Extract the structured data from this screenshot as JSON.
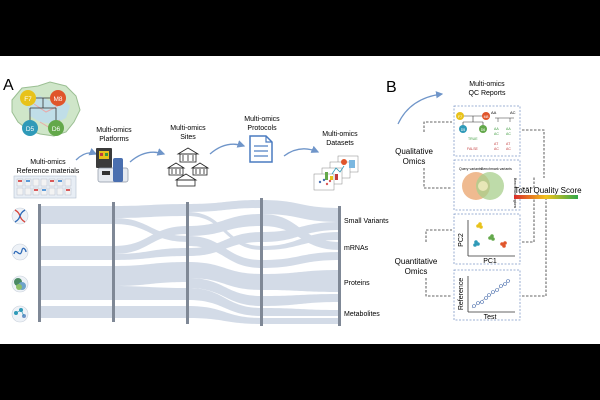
{
  "panels": {
    "a": "A",
    "b": "B"
  },
  "map": {
    "nodes": [
      "F7",
      "M8",
      "D5",
      "D6"
    ]
  },
  "panel_a": {
    "reference": [
      "Multi-omics",
      "Reference materials"
    ],
    "stages": [
      [
        "Multi-omics",
        "Platforms"
      ],
      [
        "Multi-omics",
        "Sites"
      ],
      [
        "Multi-omics",
        "Protocols"
      ],
      [
        "Multi-omics",
        "Datasets"
      ]
    ],
    "omics_labels": [
      "Small Variants",
      "mRNAs",
      "Proteins",
      "Metabolites"
    ]
  },
  "panel_b": {
    "qc_reports": [
      "Multi-omics",
      "QC Reports"
    ],
    "qualitative": [
      "Qualitative",
      "Omics"
    ],
    "quantitative": [
      "Quantitative",
      "Omics"
    ],
    "total_quality_score": "Total Quality Score",
    "pedigree_nodes": [
      "F7",
      "M8",
      "D5",
      "D6"
    ],
    "pedigree_small": [
      "AA",
      "AC",
      "TRUE",
      "FALSE",
      "AT"
    ],
    "venn": {
      "query": "Query variants",
      "benchmark": "Benchmark variants",
      "side": "Benchmark regions"
    },
    "pca": {
      "xlabel": "PC1",
      "ylabel": "PC2"
    },
    "scatter": {
      "xlabel": "Test",
      "ylabel": "Reference"
    }
  },
  "colors": {
    "F7": "#e8c21a",
    "M8": "#e0552b",
    "D5": "#2f9ab8",
    "D6": "#63a84a",
    "accent_blue": "#6f95c9",
    "flow": "#c9d3e2"
  }
}
